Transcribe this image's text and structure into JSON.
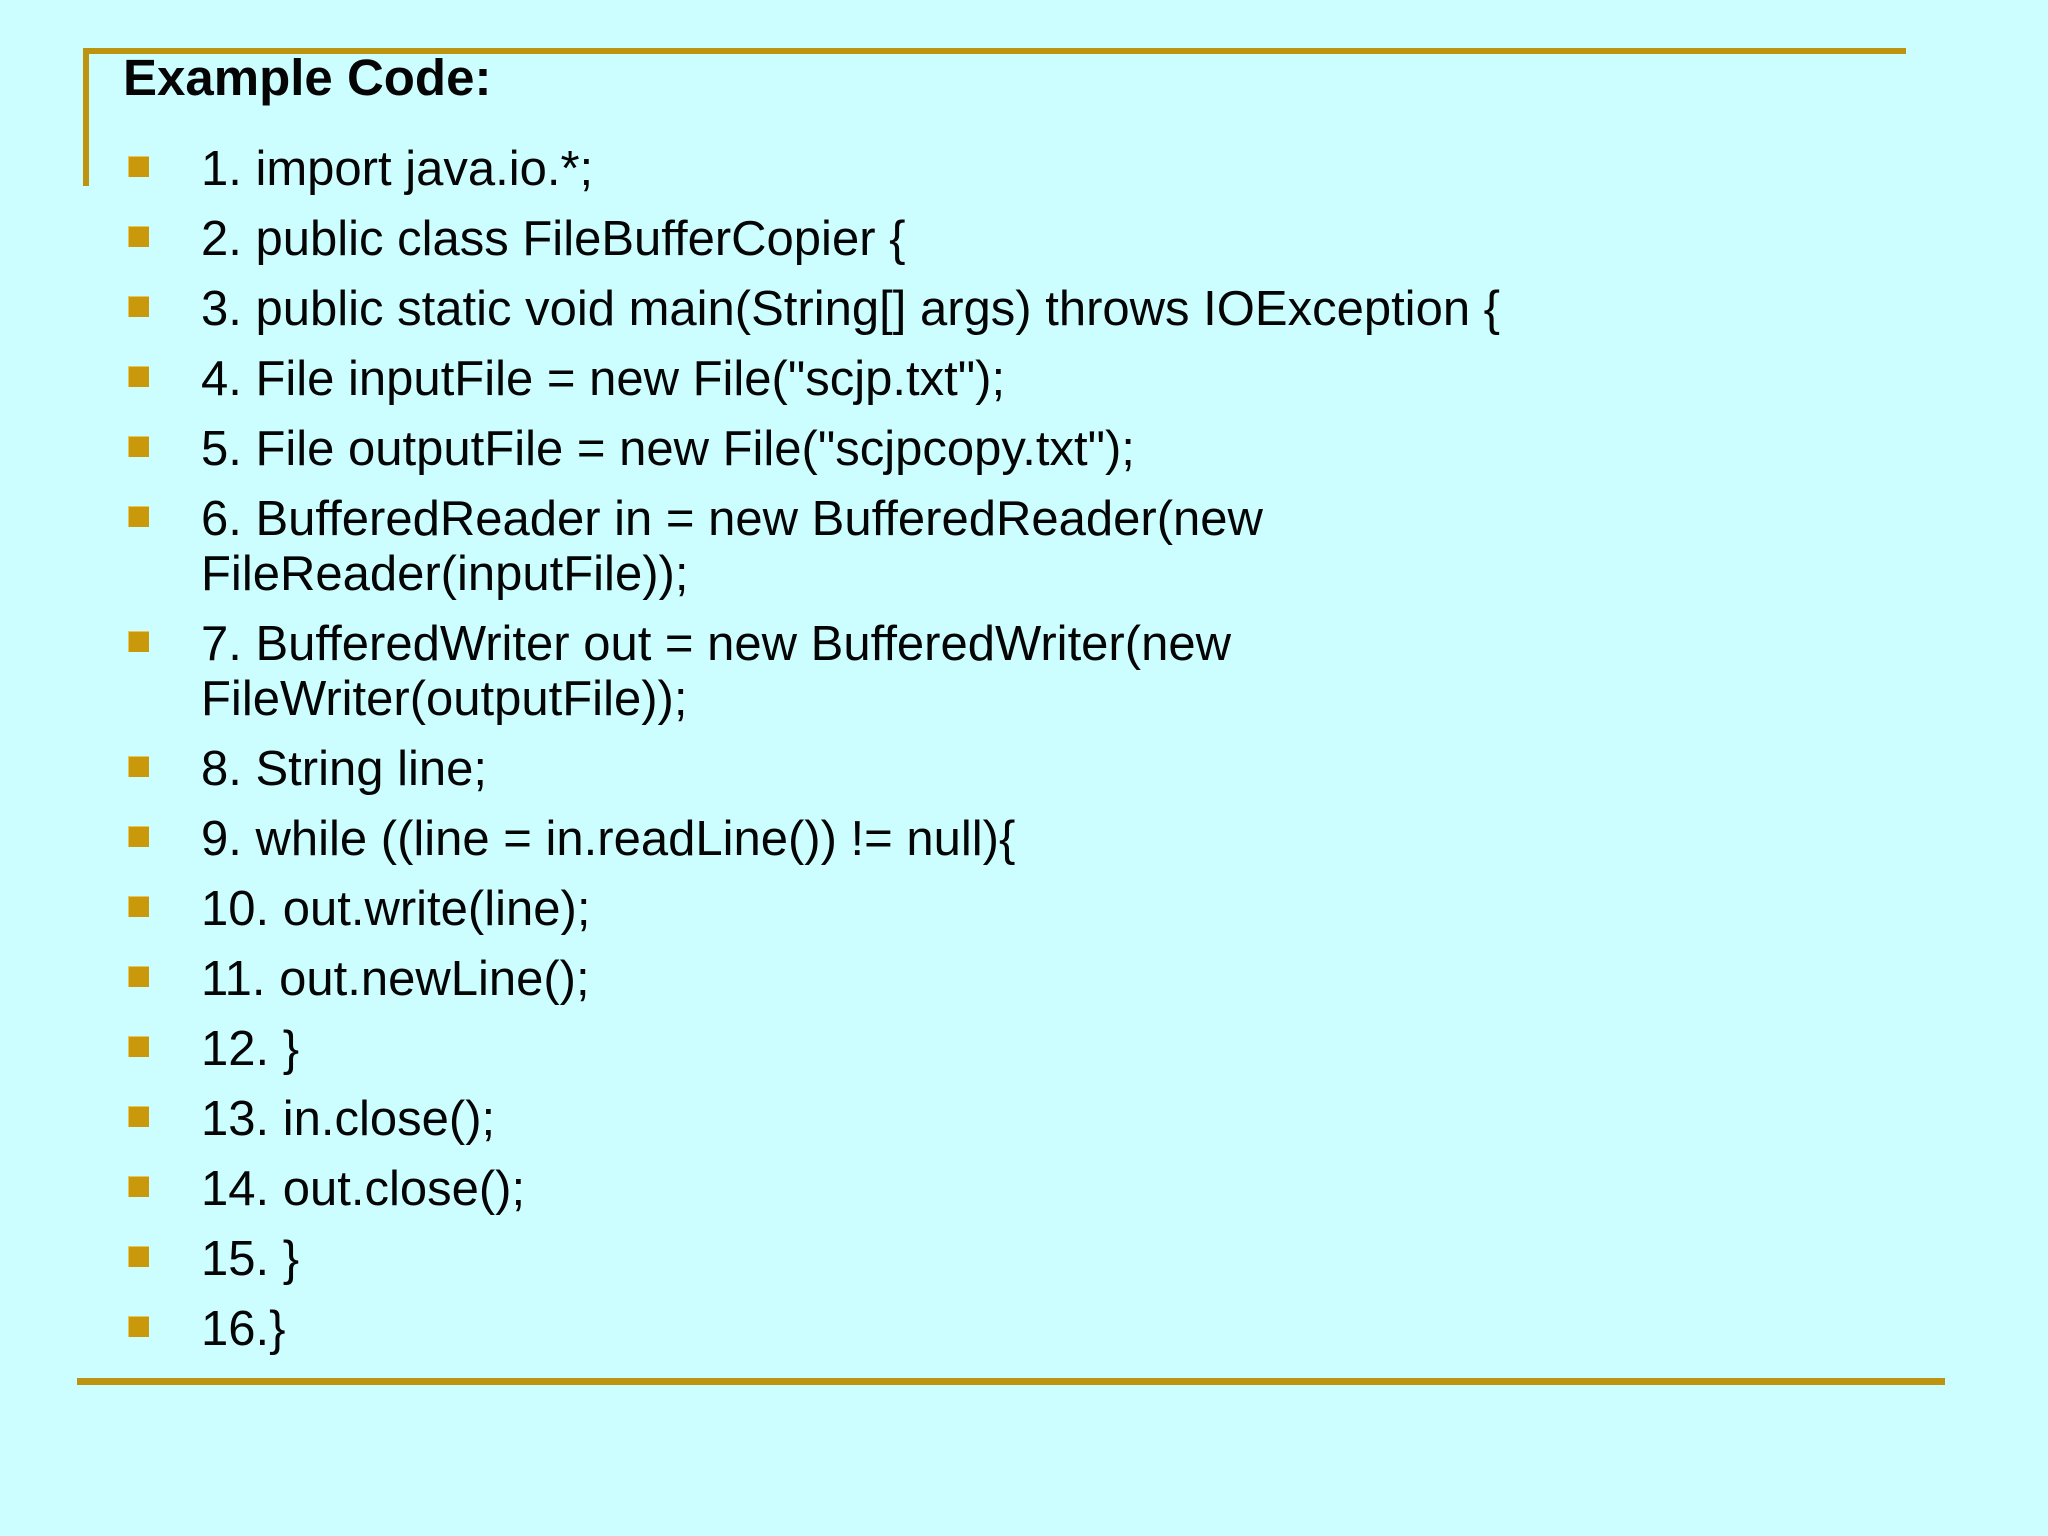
{
  "slide": {
    "title": "Example Code:",
    "colors": {
      "background": "#cdfeff",
      "accent_line": "#bd9410",
      "bullet": "#c9990b",
      "text": "#050505"
    },
    "code_lines": [
      {
        "lines": [
          "1. import java.io.*;"
        ]
      },
      {
        "lines": [
          "2. public class FileBufferCopier {"
        ]
      },
      {
        "lines": [
          "3. public static void main(String[] args) throws IOException {"
        ]
      },
      {
        "lines": [
          "4. File inputFile = new File(\"scjp.txt\");"
        ]
      },
      {
        "lines": [
          "5. File outputFile = new File(\"scjpcopy.txt\");"
        ]
      },
      {
        "lines": [
          "6. BufferedReader in = new BufferedReader(new",
          "FileReader(inputFile));"
        ]
      },
      {
        "lines": [
          "7. BufferedWriter out = new BufferedWriter(new",
          "FileWriter(outputFile));"
        ]
      },
      {
        "lines": [
          "8. String line;"
        ]
      },
      {
        "lines": [
          "9. while ((line = in.readLine()) != null){"
        ]
      },
      {
        "lines": [
          "10. out.write(line);"
        ]
      },
      {
        "lines": [
          "11. out.newLine();"
        ]
      },
      {
        "lines": [
          "12. }"
        ]
      },
      {
        "lines": [
          "13. in.close();"
        ]
      },
      {
        "lines": [
          "14. out.close();"
        ]
      },
      {
        "lines": [
          "15. }"
        ]
      },
      {
        "lines": [
          "16.}"
        ]
      }
    ]
  }
}
